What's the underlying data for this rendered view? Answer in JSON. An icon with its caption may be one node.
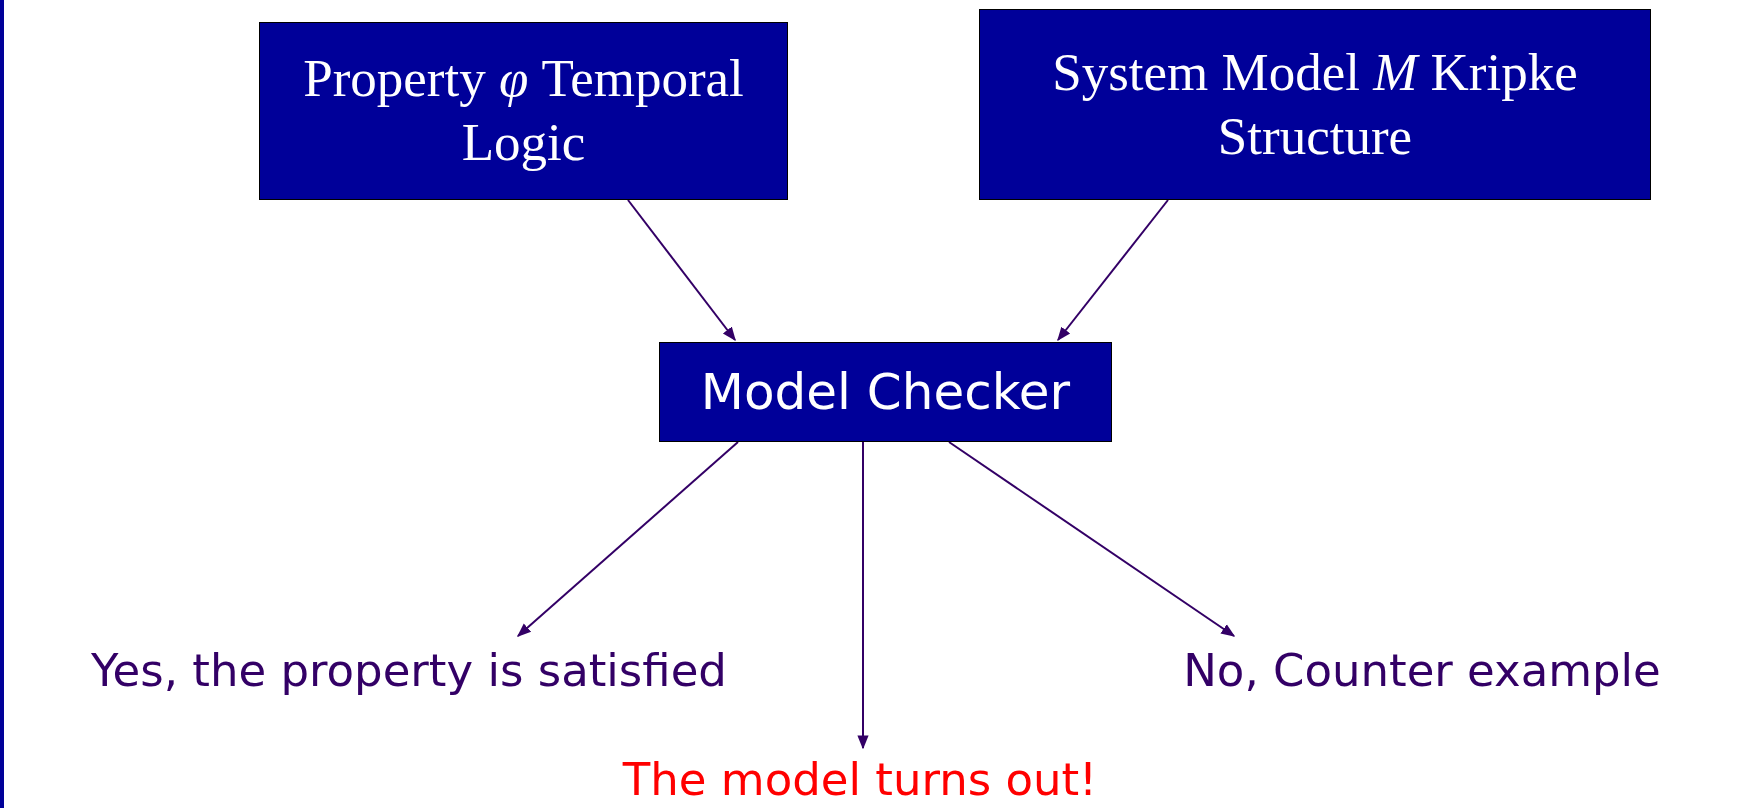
{
  "diagram": {
    "nodes": [
      {
        "text": [
          "Property *φ* Temporal Logic"
        ]
      },
      {
        "text": [
          "System Model *M* Kripke Structure"
        ]
      },
      {
        "text": [
          "Model Checker"
        ]
      },
      {
        "text": [
          "Yes, the property is satisfied"
        ]
      },
      {
        "text": [
          "No, Counter example"
        ]
      },
      {
        "text": [
          "The model turns out!"
        ]
      }
    ],
    "edges": [
      {
        "from": 0,
        "to": 2,
        "arrow": "to"
      },
      {
        "from": 1,
        "to": 2,
        "arrow": "to"
      },
      {
        "from": 2,
        "to": 3,
        "arrow": "to"
      },
      {
        "from": 2,
        "to": 5,
        "arrow": "to"
      },
      {
        "from": 2,
        "to": 4,
        "arrow": "to"
      }
    ]
  }
}
